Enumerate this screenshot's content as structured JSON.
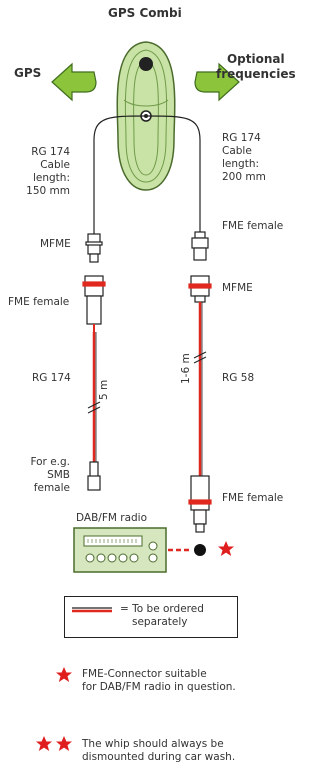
{
  "title": "GPS Combi",
  "arrow_left_label": "GPS",
  "arrow_right_label_line1": "Optional",
  "arrow_right_label_line2": "frequencies",
  "left_cable": {
    "type_line": "RG 174",
    "cable_line": "Cable",
    "length_line1": "length:",
    "length_line2": "150 mm",
    "connector_top": "MFME",
    "connector_mid": "FME female",
    "ext_cable": "RG 174",
    "ext_length": "5 m",
    "end_line1": "For e.g.",
    "end_line2": "SMB female"
  },
  "right_cable": {
    "type_line": "RG 174",
    "cable_line": "Cable",
    "length_line1": "length:",
    "length_line2": "200 mm",
    "connector_top": "FME female",
    "connector_mid": "MFME",
    "ext_cable": "RG 58",
    "ext_length": "1-6 m",
    "end_connector": "FME female"
  },
  "radio_label": "DAB/FM radio",
  "legend": {
    "line1": "= To be ordered",
    "line2": "separately"
  },
  "note1": {
    "line1": "FME-Connector suitable",
    "line2": "for DAB/FM radio in question."
  },
  "note2": {
    "line1": "The whip should always be",
    "line2": "dismounted during car wash."
  },
  "colors": {
    "antenna_fill": "#c9e3a6",
    "antenna_stroke": "#4a6b2c",
    "arrow_fill": "#8cc43c",
    "order_red": "#e0281e",
    "star_red": "#e01e1e",
    "radio_fill": "#d6e7bf"
  }
}
